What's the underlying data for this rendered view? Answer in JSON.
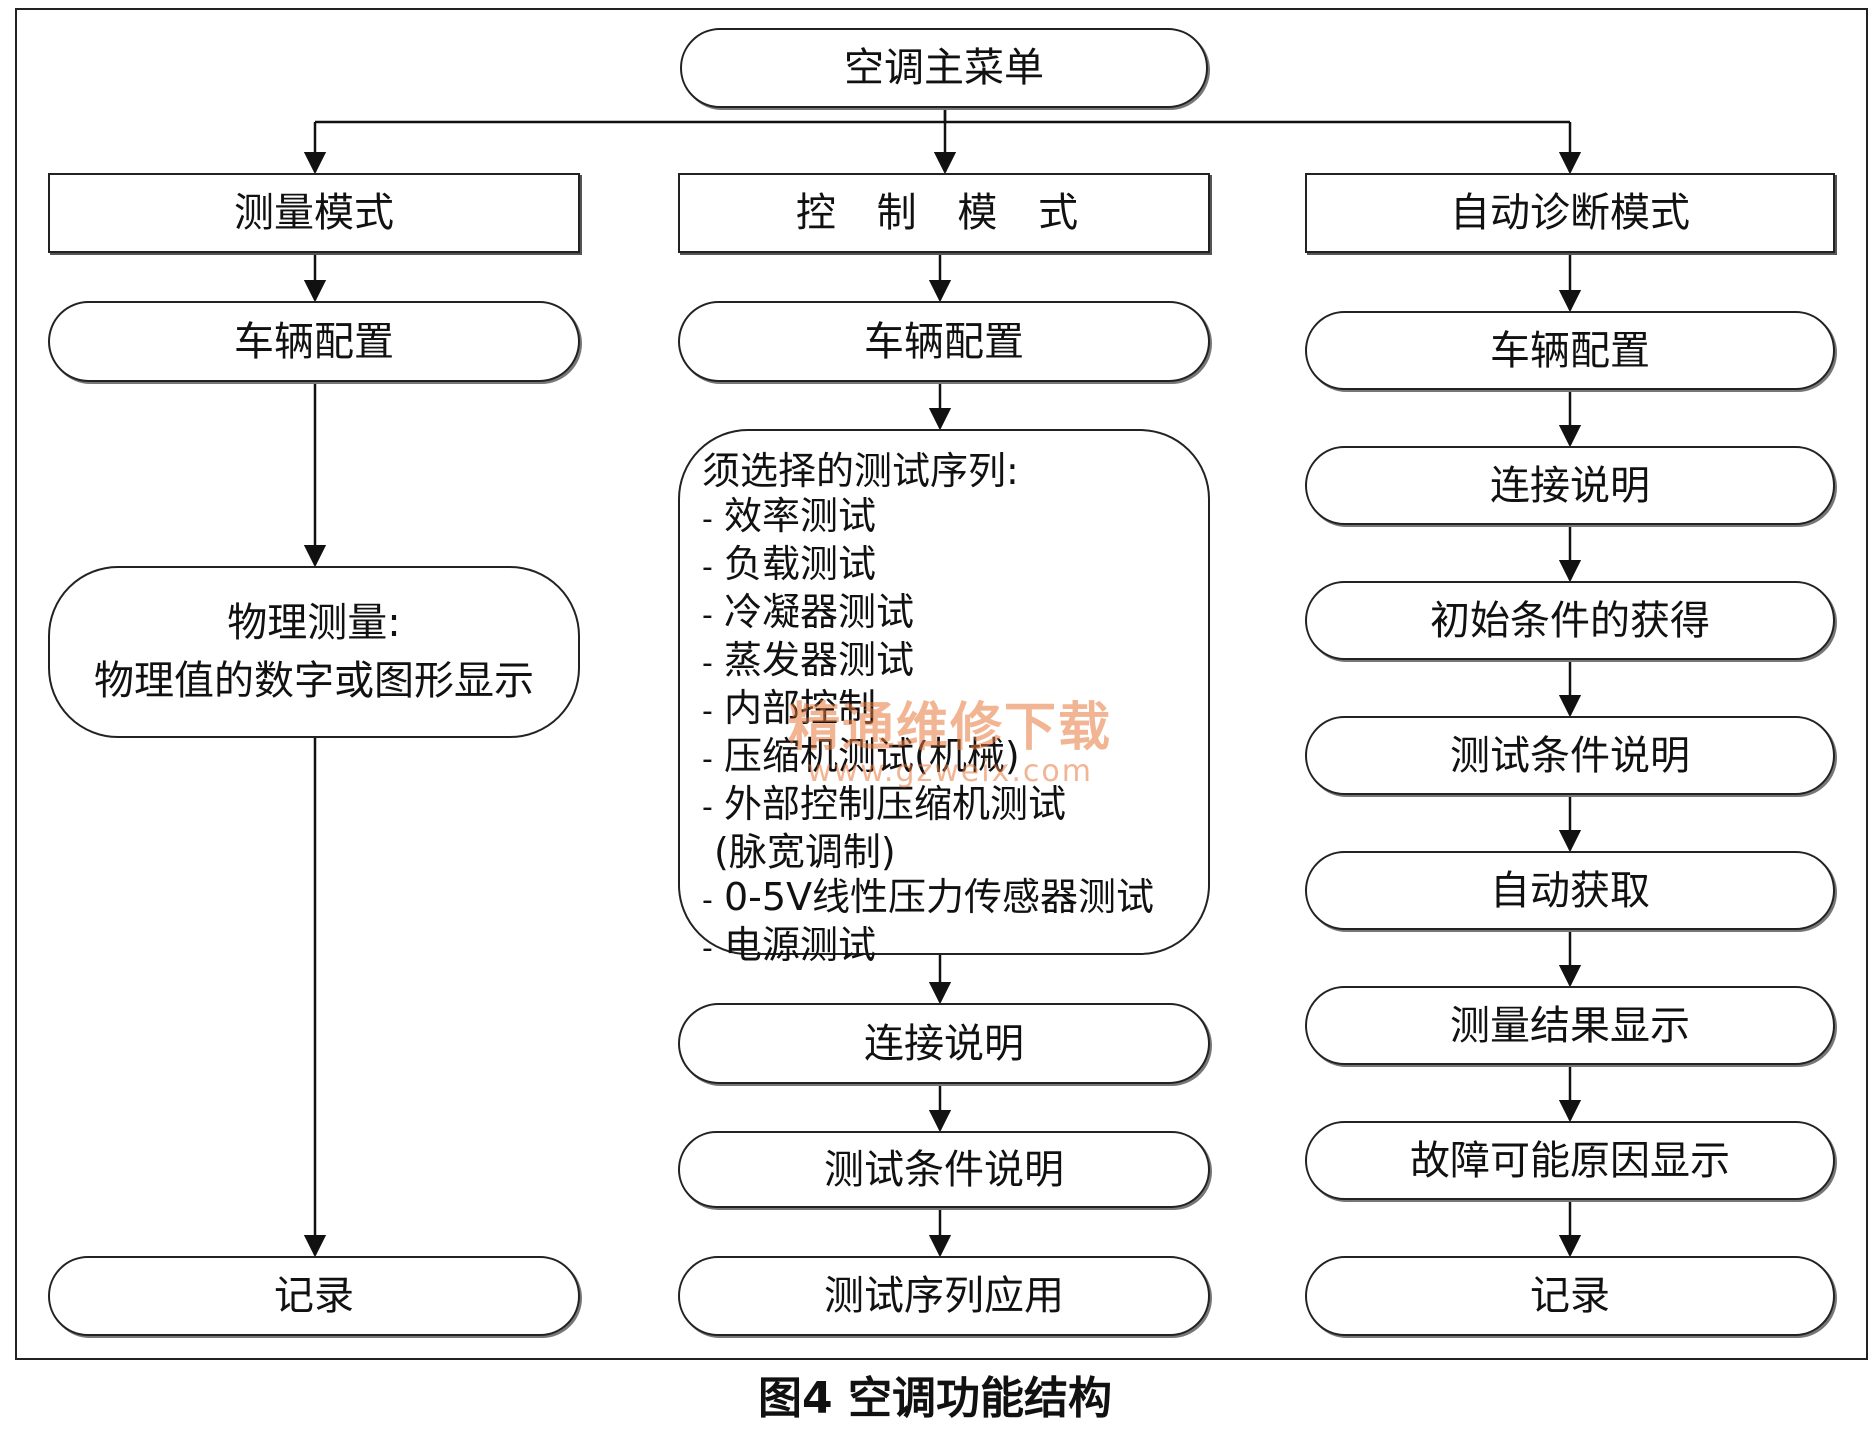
{
  "root": {
    "label": "空调主菜单"
  },
  "columns": {
    "measure": {
      "title": "测量模式",
      "vehicle_config": "车辆配置",
      "physical_line1": "物理测量:",
      "physical_line2": "物理值的数字或图形显示",
      "record": "记录"
    },
    "control": {
      "title": "控 制 模 式",
      "vehicle_config": "车辆配置",
      "sequence_heading": "须选择的测试序列:",
      "sequence_items": [
        "效率测试",
        "负载测试",
        "冷凝器测试",
        "蒸发器测试",
        "内部控制",
        "压缩机测试(机械)",
        "外部控制压缩机测试",
        "0-5V线性压力传感器测试",
        "电源测试"
      ],
      "sequence_continuation": "(脉宽调制)",
      "item_dash": "-",
      "connection_note": "连接说明",
      "test_conditions": "测试条件说明",
      "apply_sequence": "测试序列应用"
    },
    "auto_diag": {
      "title": "自动诊断模式",
      "vehicle_config": "车辆配置",
      "connection_note": "连接说明",
      "initial_conditions": "初始条件的获得",
      "test_conditions": "测试条件说明",
      "auto_acquire": "自动获取",
      "result_display": "测量结果显示",
      "fault_causes": "故障可能原因显示",
      "record": "记录"
    }
  },
  "watermark": {
    "text_cn": "精通维修下载",
    "text_en": "www.gzweix.com"
  },
  "caption": "图4 空调功能结构"
}
